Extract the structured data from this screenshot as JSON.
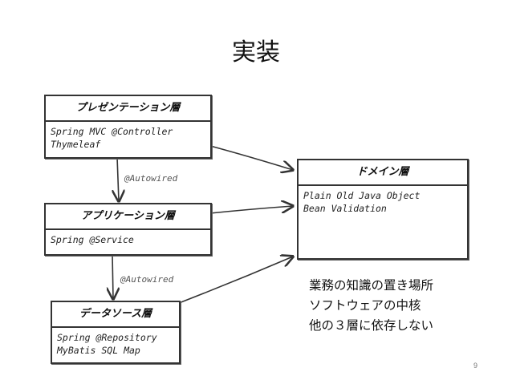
{
  "slide": {
    "title": "実装",
    "page_number": "9"
  },
  "layers": {
    "presentation": {
      "name": "プレゼンテーション層",
      "tech": [
        "Spring MVC @Controller",
        "Thymeleaf"
      ]
    },
    "application": {
      "name": "アプリケーション層",
      "tech": [
        "Spring @Service"
      ]
    },
    "datasource": {
      "name": "データソース層",
      "tech": [
        "Spring @Repository",
        "MyBatis SQL Map"
      ]
    },
    "domain": {
      "name": "ドメイン層",
      "tech": [
        "Plain Old Java Object",
        "Bean Validation"
      ]
    }
  },
  "annotations": {
    "presentation_to_application": "@Autowired",
    "application_to_datasource": "@Autowired"
  },
  "domain_notes": [
    "業務の知識の置き場所",
    "ソフトウェアの中核",
    "他の３層に依存しない"
  ]
}
